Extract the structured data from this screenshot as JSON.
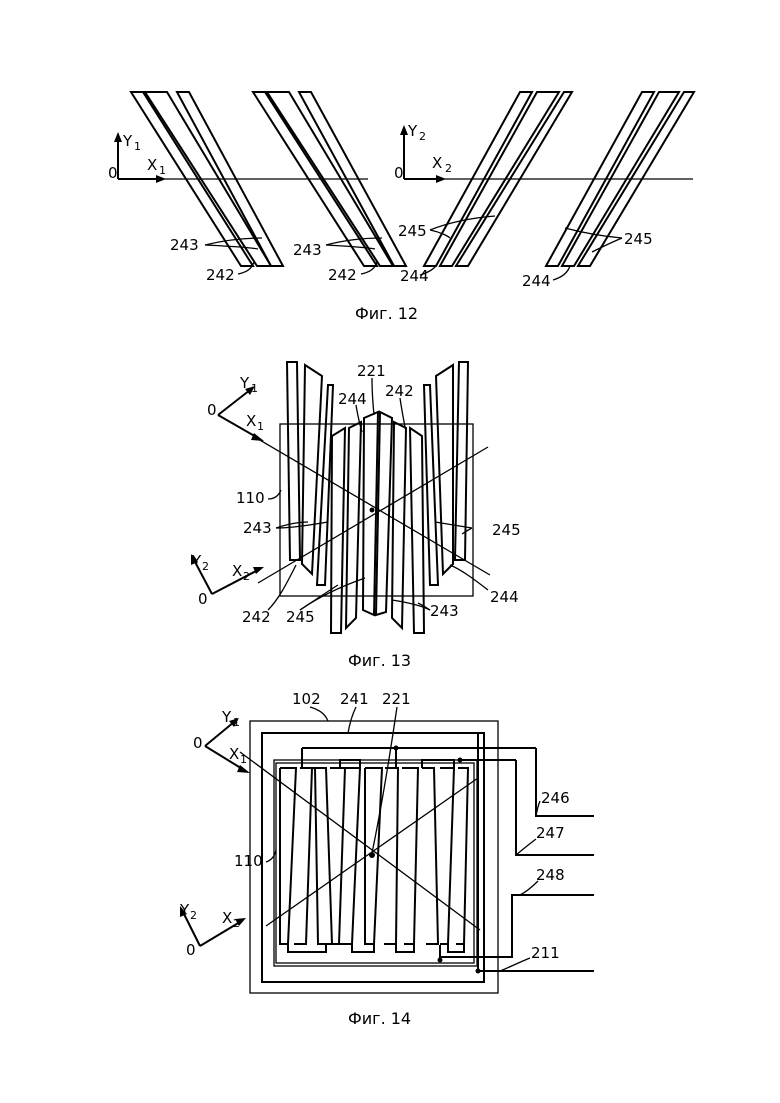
{
  "fig12": {
    "caption": "Фиг. 12",
    "axis_left": {
      "origin": "0",
      "y": "Y",
      "y_sub": "1",
      "x": "X",
      "x_sub": "1"
    },
    "axis_right": {
      "origin": "0",
      "y": "Y",
      "y_sub": "2",
      "x": "X",
      "x_sub": "2"
    },
    "labels": [
      "243",
      "242",
      "243",
      "242",
      "245",
      "244",
      "245",
      "244"
    ]
  },
  "fig13": {
    "caption": "Фиг. 13",
    "axis1": {
      "origin": "0",
      "y": "Y",
      "y_sub": "1",
      "x": "X",
      "x_sub": "1"
    },
    "axis2": {
      "origin": "0",
      "y": "Y",
      "y_sub": "2",
      "x": "X",
      "x_sub": "2"
    },
    "labels": {
      "l221": "221",
      "l244a": "244",
      "l242a": "242",
      "l110": "110",
      "l243a": "243",
      "l245a": "245",
      "l242b": "242",
      "l245b": "245",
      "l244b": "244",
      "l243b": "243"
    }
  },
  "fig14": {
    "caption": "Фиг. 14",
    "axis1": {
      "origin": "0",
      "y": "Y",
      "y_sub": "1",
      "x": "X",
      "x_sub": "1"
    },
    "axis2": {
      "origin": "0",
      "y": "Y",
      "y_sub": "2",
      "x": "X",
      "x_sub": "2"
    },
    "labels": {
      "l102": "102",
      "l241": "241",
      "l221": "221",
      "l110": "110",
      "l246": "246",
      "l247": "247",
      "l248": "248",
      "l211": "211"
    }
  }
}
